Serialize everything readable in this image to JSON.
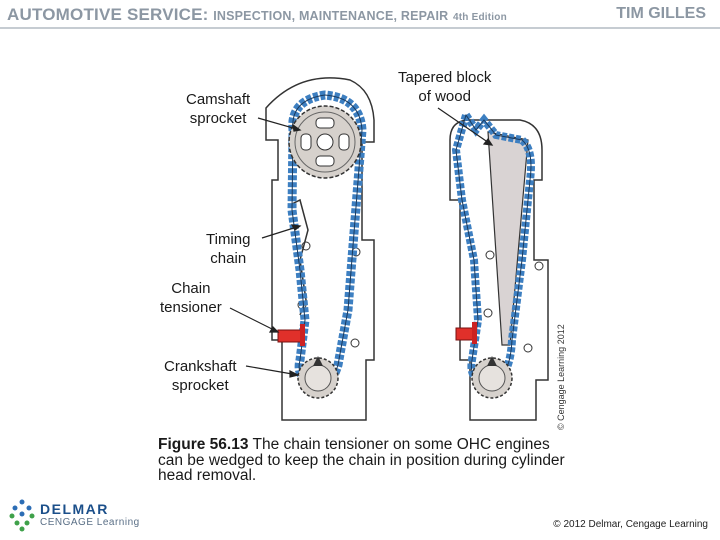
{
  "header": {
    "title_big": "AUTOMOTIVE SERVICE:",
    "title_rest": "INSPECTION, MAINTENANCE, REPAIR",
    "edition": "4th Edition",
    "author": "TIM GILLES"
  },
  "labels": {
    "camshaft": [
      "Camshaft",
      "sprocket"
    ],
    "tapered": [
      "Tapered block",
      "of wood"
    ],
    "timing": [
      "Timing",
      "chain"
    ],
    "tensioner": [
      "Chain",
      "tensioner"
    ],
    "crankshaft": [
      "Crankshaft",
      "sprocket"
    ]
  },
  "image_credit": "© Cengage Learning 2012",
  "caption": {
    "figure": "Figure 56.13",
    "text": "The chain tensioner on some OHC engines can be wedged to keep the chain in position during cylinder head removal."
  },
  "logo": {
    "name": "DELMAR",
    "sub": "CENGAGE Learning"
  },
  "copyright": "© 2012 Delmar, Cengage Learning",
  "colors": {
    "chain": "#3d7fc1",
    "tensioner": "#e0302a",
    "sprocket": "#d6d1cc",
    "wood": "#d9d3d3",
    "header_text": "#8c97a3"
  }
}
